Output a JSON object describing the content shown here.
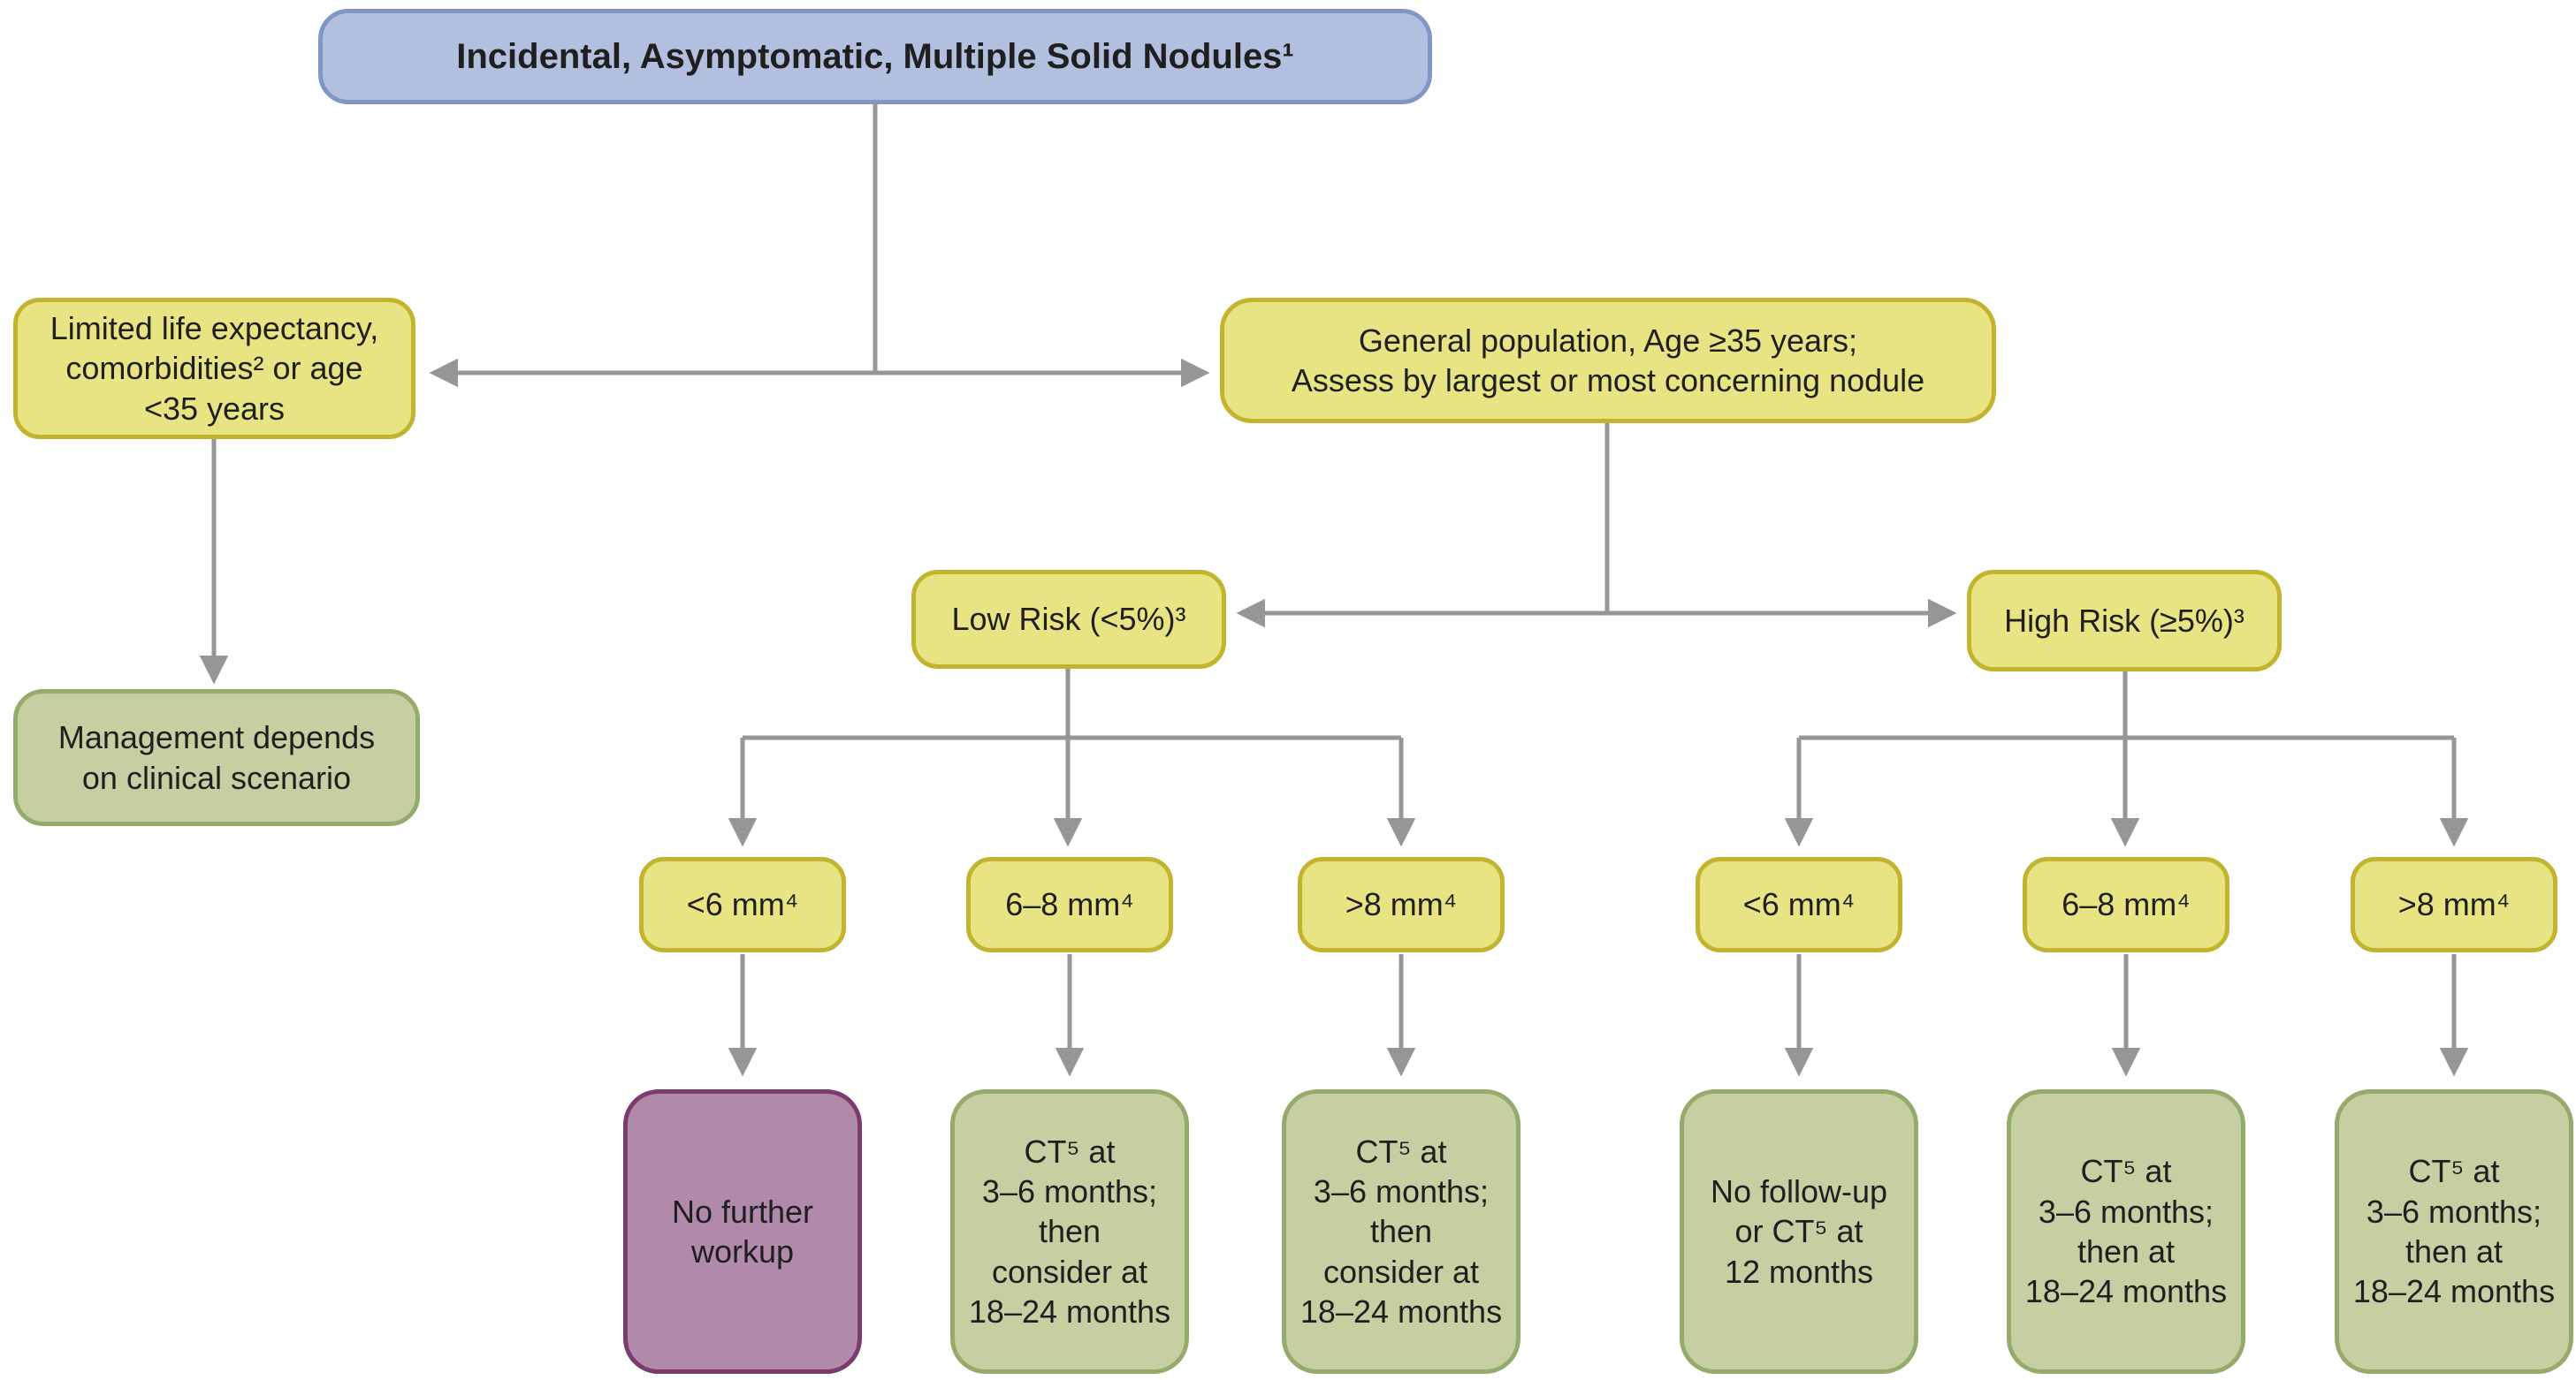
{
  "diagram": {
    "type": "flowchart",
    "nodes": {
      "root": "Incidental, Asymptomatic, Multiple Solid Nodules¹",
      "limited_life": "Limited life expectancy,\ncomorbidities² or age\n<35 years",
      "general_population": "General population, Age ≥35 years;\nAssess by largest or most concerning nodule",
      "management": "Management depends\non clinical scenario",
      "low_risk": "Low Risk (<5%)³",
      "high_risk": "High Risk (≥5%)³",
      "low_lt6": "<6 mm⁴",
      "low_6_8": "6–8 mm⁴",
      "low_gt8": ">8 mm⁴",
      "high_lt6": "<6 mm⁴",
      "high_6_8": "6–8 mm⁴",
      "high_gt8": ">8 mm⁴",
      "out_low_lt6": "No further\nworkup",
      "out_low_6_8": "CT⁵ at\n3–6 months;\nthen\nconsider at\n18–24 months",
      "out_low_gt8": "CT⁵ at\n3–6 months;\nthen\nconsider at\n18–24 months",
      "out_high_lt6": "No follow-up\nor CT⁵ at\n12 months",
      "out_high_6_8": "CT⁵ at\n3–6 months;\nthen at\n18–24 months",
      "out_high_gt8": "CT⁵ at\n3–6 months;\nthen at\n18–24 months"
    }
  },
  "colors": {
    "root_fill": "#b3bfde",
    "root_border": "#7e97c7",
    "decision_fill": "#e9e483",
    "decision_border": "#c2b42f",
    "outcome_fill": "#c5cfa2",
    "outcome_border": "#94ab6b",
    "stop_fill": "#b189aa",
    "stop_border": "#7c3a6d",
    "arrow": "#969696"
  }
}
